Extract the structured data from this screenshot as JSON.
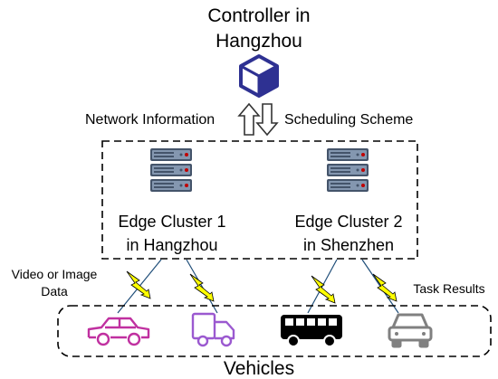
{
  "controller": {
    "line1": "Controller in",
    "line2": "Hangzhou"
  },
  "links": {
    "up_label": "Network Information",
    "down_label": "Scheduling Scheme"
  },
  "clusters": [
    {
      "line1": "Edge Cluster 1",
      "line2": "in Hangzhou"
    },
    {
      "line1": "Edge Cluster 2",
      "line2": "in Shenzhen"
    }
  ],
  "uplink_label": {
    "line1": "Video or Image",
    "line2": "Data"
  },
  "downlink_label": "Task Results",
  "vehicles_label": "Vehicles",
  "vehicle_icons": [
    "car-icon",
    "truck-icon",
    "bus-icon",
    "car-front-icon"
  ],
  "colors": {
    "controller": "#2e3192",
    "server": "#44546a",
    "server_light": "#8497b0",
    "lightning": "#ffff00",
    "car": "#c030a0",
    "truck": "#9b59d0",
    "bus": "#000000",
    "car_front": "#808080"
  }
}
